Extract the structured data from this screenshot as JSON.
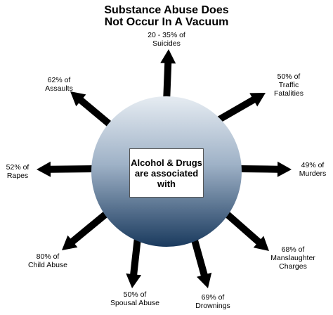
{
  "title": {
    "line1": "Substance Abuse Does",
    "line2": "Not Occur In A Vacuum"
  },
  "center": {
    "line1": "Alcohol & Drugs",
    "line2": "are associated",
    "line3": "with"
  },
  "colors": {
    "circle_top": "#e6ecf2",
    "circle_bottom": "#1a3a5e",
    "arrow": "#000000"
  },
  "items": [
    {
      "name": "suicides",
      "lines": [
        "20 - 35% of",
        "Suicides"
      ]
    },
    {
      "name": "traffic",
      "lines": [
        "50% of",
        "Traffic",
        "Fatalities"
      ]
    },
    {
      "name": "murders",
      "lines": [
        "49% of",
        "Murders"
      ]
    },
    {
      "name": "manslaughter",
      "lines": [
        "68% of",
        "Manslaughter",
        "Charges"
      ]
    },
    {
      "name": "drownings",
      "lines": [
        "69% of",
        "Drownings"
      ]
    },
    {
      "name": "spousal",
      "lines": [
        "50% of",
        "Spousal Abuse"
      ]
    },
    {
      "name": "child",
      "lines": [
        "80% of",
        "Child Abuse"
      ]
    },
    {
      "name": "rapes",
      "lines": [
        "52% of",
        "Rapes"
      ]
    },
    {
      "name": "assaults",
      "lines": [
        "62% of",
        "Assaults"
      ]
    }
  ]
}
